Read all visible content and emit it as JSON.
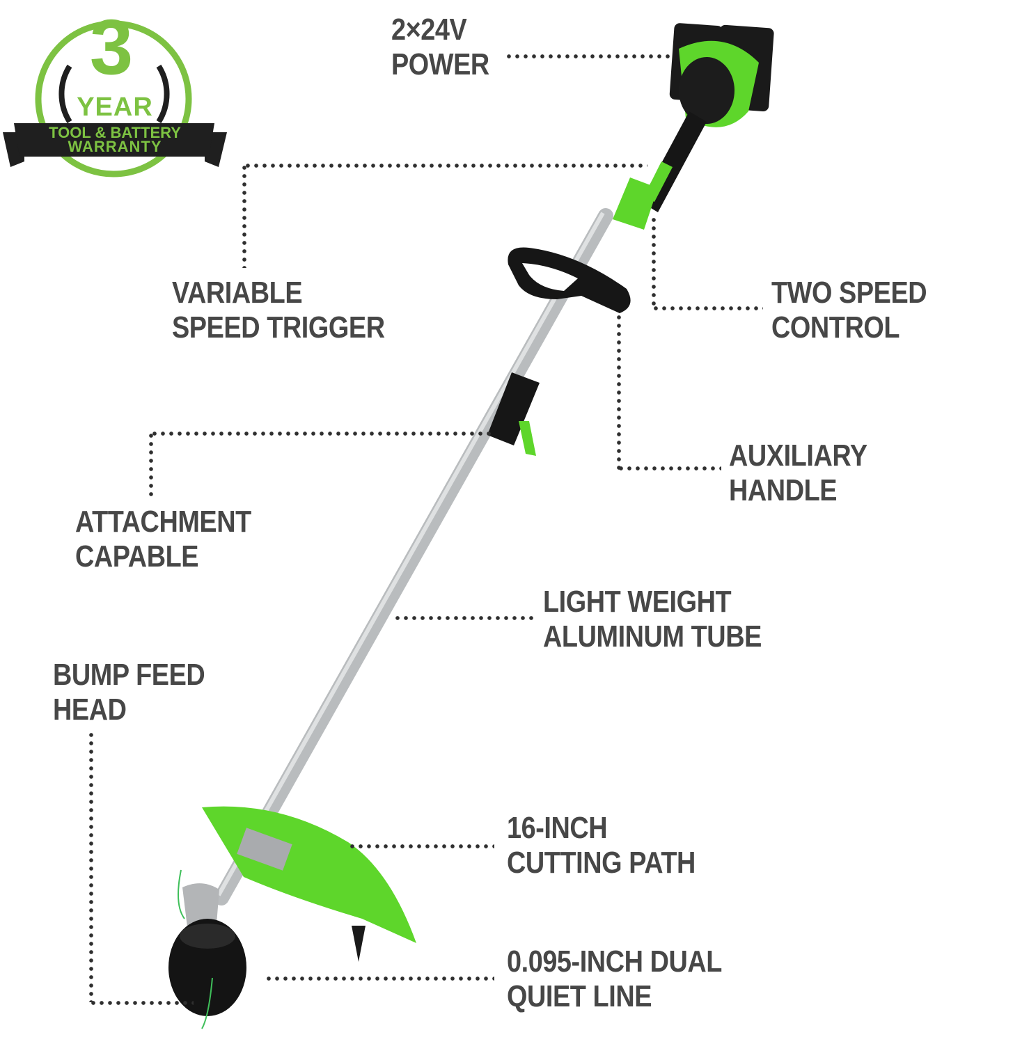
{
  "badge": {
    "number": "3",
    "year": "YEAR",
    "line1": "TOOL & BATTERY",
    "line2": "WARRANTY",
    "colors": {
      "green": "#7dc242",
      "dark": "#1f1f1f"
    }
  },
  "product": {
    "type": "string trimmer",
    "colors": {
      "body_green": "#5ed62b",
      "black": "#141414",
      "aluminum": "#b9bcbe"
    }
  },
  "callouts": [
    {
      "id": "power",
      "line1": "2×24V",
      "line2": "POWER"
    },
    {
      "id": "variable-speed-trigger",
      "line1": "VARIABLE",
      "line2": "SPEED TRIGGER"
    },
    {
      "id": "two-speed-control",
      "line1": "TWO SPEED",
      "line2": "CONTROL"
    },
    {
      "id": "auxiliary-handle",
      "line1": "AUXILIARY",
      "line2": "HANDLE"
    },
    {
      "id": "attachment-capable",
      "line1": "ATTACHMENT",
      "line2": "CAPABLE"
    },
    {
      "id": "light-weight-tube",
      "line1": "LIGHT WEIGHT",
      "line2": "ALUMINUM TUBE"
    },
    {
      "id": "bump-feed-head",
      "line1": "BUMP FEED",
      "line2": "HEAD"
    },
    {
      "id": "cutting-path",
      "line1": "16-INCH",
      "line2": "CUTTING PATH"
    },
    {
      "id": "dual-line",
      "line1": "0.095-INCH DUAL",
      "line2": "QUIET LINE"
    }
  ],
  "text_color": "#474747"
}
